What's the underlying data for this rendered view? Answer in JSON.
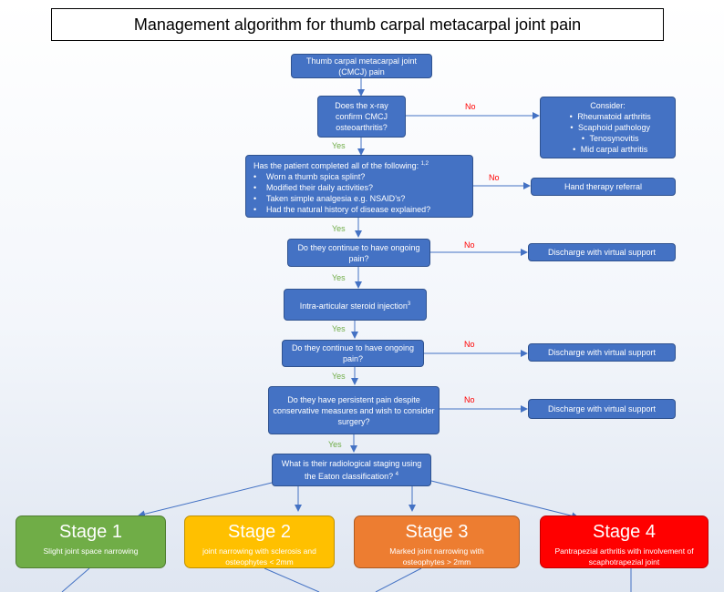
{
  "title": "Management algorithm for thumb carpal metacarpal joint pain",
  "start": {
    "text": "Thumb carpal metacarpal joint (CMCJ) pain"
  },
  "q_xray": {
    "text": "Does the x-ray confirm CMCJ osteoarthritis?",
    "no_label": "No",
    "yes_label": "Yes"
  },
  "consider": {
    "heading": "Consider:",
    "items": [
      "Rheumatoid arthritis",
      "Scaphoid pathology",
      "Tenosynovitis",
      "Mid carpal arthritis"
    ]
  },
  "q_completed": {
    "heading": "Has the patient completed all of the following:",
    "superscript": "1,2",
    "items": [
      "Worn  a thumb spica splint?",
      "Modified their daily activities?",
      "Taken simple analgesia e.g. NSAID’s?",
      "Had the natural history of disease explained?"
    ],
    "no_label": "No",
    "yes_label": "Yes"
  },
  "hand_therapy": {
    "text": "Hand therapy referral"
  },
  "q_pain1": {
    "text": "Do they continue to have ongoing pain?",
    "no_label": "No",
    "yes_label": "Yes"
  },
  "discharge1": {
    "text": "Discharge with virtual support"
  },
  "injection": {
    "text": "Intra-articular steroid injection",
    "superscript": "3",
    "yes_label": "Yes"
  },
  "q_pain2": {
    "text": "Do they continue to have ongoing pain?",
    "no_label": "No",
    "yes_label": "Yes"
  },
  "discharge2": {
    "text": "Discharge with virtual support"
  },
  "q_surgery": {
    "text": "Do they have persistent pain despite conservative measures and wish to consider surgery?",
    "no_label": "No",
    "yes_label": "Yes"
  },
  "discharge3": {
    "text": "Discharge with virtual support"
  },
  "q_staging": {
    "text": "What is their radiological staging using the Eaton classification?",
    "superscript": "4"
  },
  "stages": [
    {
      "name": "Stage 1",
      "desc": "Slight joint space narrowing",
      "color": "#70ad47"
    },
    {
      "name": "Stage 2",
      "desc": "joint narrowing with  sclerosis and osteophytes < 2mm",
      "color": "#ffc000"
    },
    {
      "name": "Stage 3",
      "desc": "Marked joint narrowing with osteophytes > 2mm",
      "color": "#ed7d31"
    },
    {
      "name": "Stage 4",
      "desc": "Pantrapezial arthritis with involvement of scaphotrapezial joint",
      "color": "#ff0000"
    }
  ],
  "colors": {
    "box": "#4472c4",
    "box_border": "#2f528f",
    "yes": "#70ad47",
    "no": "#ff0000"
  }
}
